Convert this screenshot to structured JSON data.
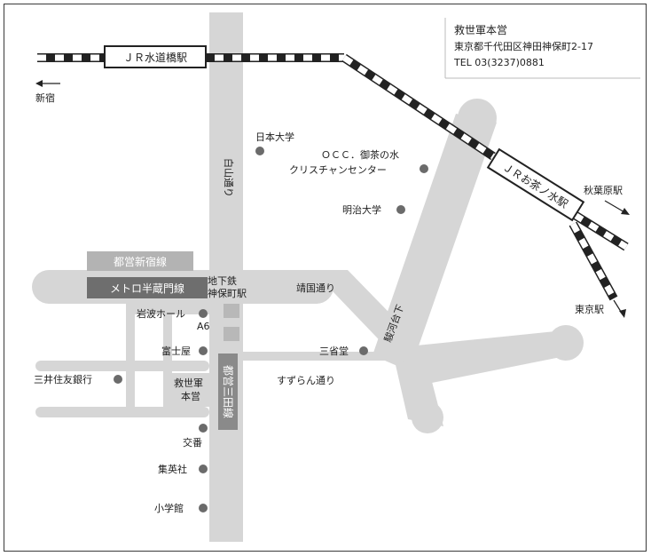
{
  "info": {
    "org": "救世軍本営",
    "address": "東京都千代田区神田神保町2-17",
    "tel": "TEL 03(3237)0881"
  },
  "stations": {
    "suidobashi": "ＪＲ水道橋駅",
    "ochanomizu": "ＪＲお茶ノ水駅",
    "jimbocho": "地下鉄",
    "jimbocho2": "神保町駅"
  },
  "directions": {
    "shinjuku": "新宿",
    "akihabara": "秋葉原駅",
    "tokyo": "東京駅"
  },
  "lines": {
    "toei_shinjuku": "都営新宿線",
    "metro_hanzomon": "メトロ半蔵門線",
    "toei_mita": "都営三田線"
  },
  "streets": {
    "hakusan": "白山通り",
    "yasukuni": "靖国通り",
    "surugadai": "駿河台下",
    "suzuran": "すずらん通り"
  },
  "exit": "A6",
  "landmarks": {
    "nihon_univ": "日本大学",
    "occ1": "ＯＣＣ．御茶の水",
    "occ2": "クリスチャンセンター",
    "meiji_univ": "明治大学",
    "iwanami": "岩波ホール",
    "fujiya": "富士屋",
    "sanseido": "三省堂",
    "smbc": "三井住友銀行",
    "salvation1": "救世軍",
    "salvation2": "本営",
    "koban": "交番",
    "shueisha": "集英社",
    "shogakukan": "小学館"
  },
  "colors": {
    "road": "#d6d6d6",
    "line_toei_shinjuku": "#b3b3b3",
    "line_hanzomon": "#6e6e6e",
    "line_mita": "#8a8a8a",
    "poi": "#6b6b6b"
  }
}
